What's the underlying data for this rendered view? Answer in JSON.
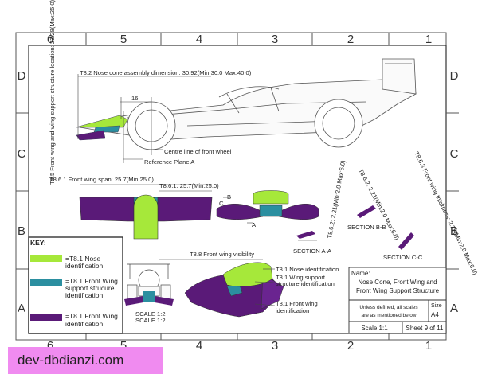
{
  "border": {
    "top_numbers": [
      "6",
      "5",
      "4",
      "3",
      "2",
      "1"
    ],
    "bottom_numbers": [
      "6",
      "5",
      "4",
      "3",
      "2",
      "1"
    ],
    "left_letters": [
      "D",
      "C",
      "B",
      "A"
    ],
    "right_letters": [
      "D",
      "C",
      "B",
      "A"
    ]
  },
  "annotations": {
    "nose_cone_dim": "T8.2 Nose cone assembly dimension: 30.92(Min:30.0 Max:40.0)",
    "dim_16": "16",
    "front_wing_support_loc": "T8.5 Front wing and wing support structure location: 23.28(Max:25.0)",
    "centre_line": "Centre line of front wheel",
    "reference_plane": "Reference Plane A",
    "front_wing_span": "T8.6.1 Front wing span: 25.7(Min:25.0)",
    "front_wing_span_2": "T8.6.1: 25.7(Min:25.0)",
    "label_b": "B",
    "label_c": "C",
    "label_a": "A",
    "t8_6_2_a": "T8.6.2: 2.21(Min:2.0 Max:6.0)",
    "t8_6_2_b": "T8.6.2: 2.21(Min:2.0 Max:6.0)",
    "t8_6_3": "T8.6.3 Front wing thickness: 2.25(Min:2.0 Max:6.0)",
    "section_aa": "SECTION A-A",
    "section_bb": "SECTION B-B",
    "section_cc": "SECTION C-C",
    "visibility": "T8.8 Front wing visibility",
    "scale": "SCALE 1:2",
    "nose_id": "T8.1 Nose identification",
    "wing_support_id": "T8.1  Wing support structure identification",
    "front_wing_id": "T8.1  Front wing identification"
  },
  "key": {
    "title": "KEY:",
    "items": [
      {
        "label": "=T8.1 Nose identification",
        "color": "#a6e83a"
      },
      {
        "label": "=T8.1 Front Wing support strucure identification",
        "color": "#2b8fa0"
      },
      {
        "label": "=T8.1 Front Wing identification",
        "color": "#5a1a78"
      }
    ]
  },
  "title_block": {
    "name_label": "Name:",
    "name_value": "Nose Cone, Front Wing and Front Wing Support Structure",
    "note": "Unless defined, all scales are as mentioned below",
    "size_label": "Size",
    "size_value": "A4",
    "scale": "Scale 1:1",
    "sheet": "Sheet 9 of 11"
  },
  "watermark": "dev-dbdianzi.com",
  "colors": {
    "nose": "#a6e83a",
    "support": "#2b8fa0",
    "wing": "#5a1a78"
  }
}
